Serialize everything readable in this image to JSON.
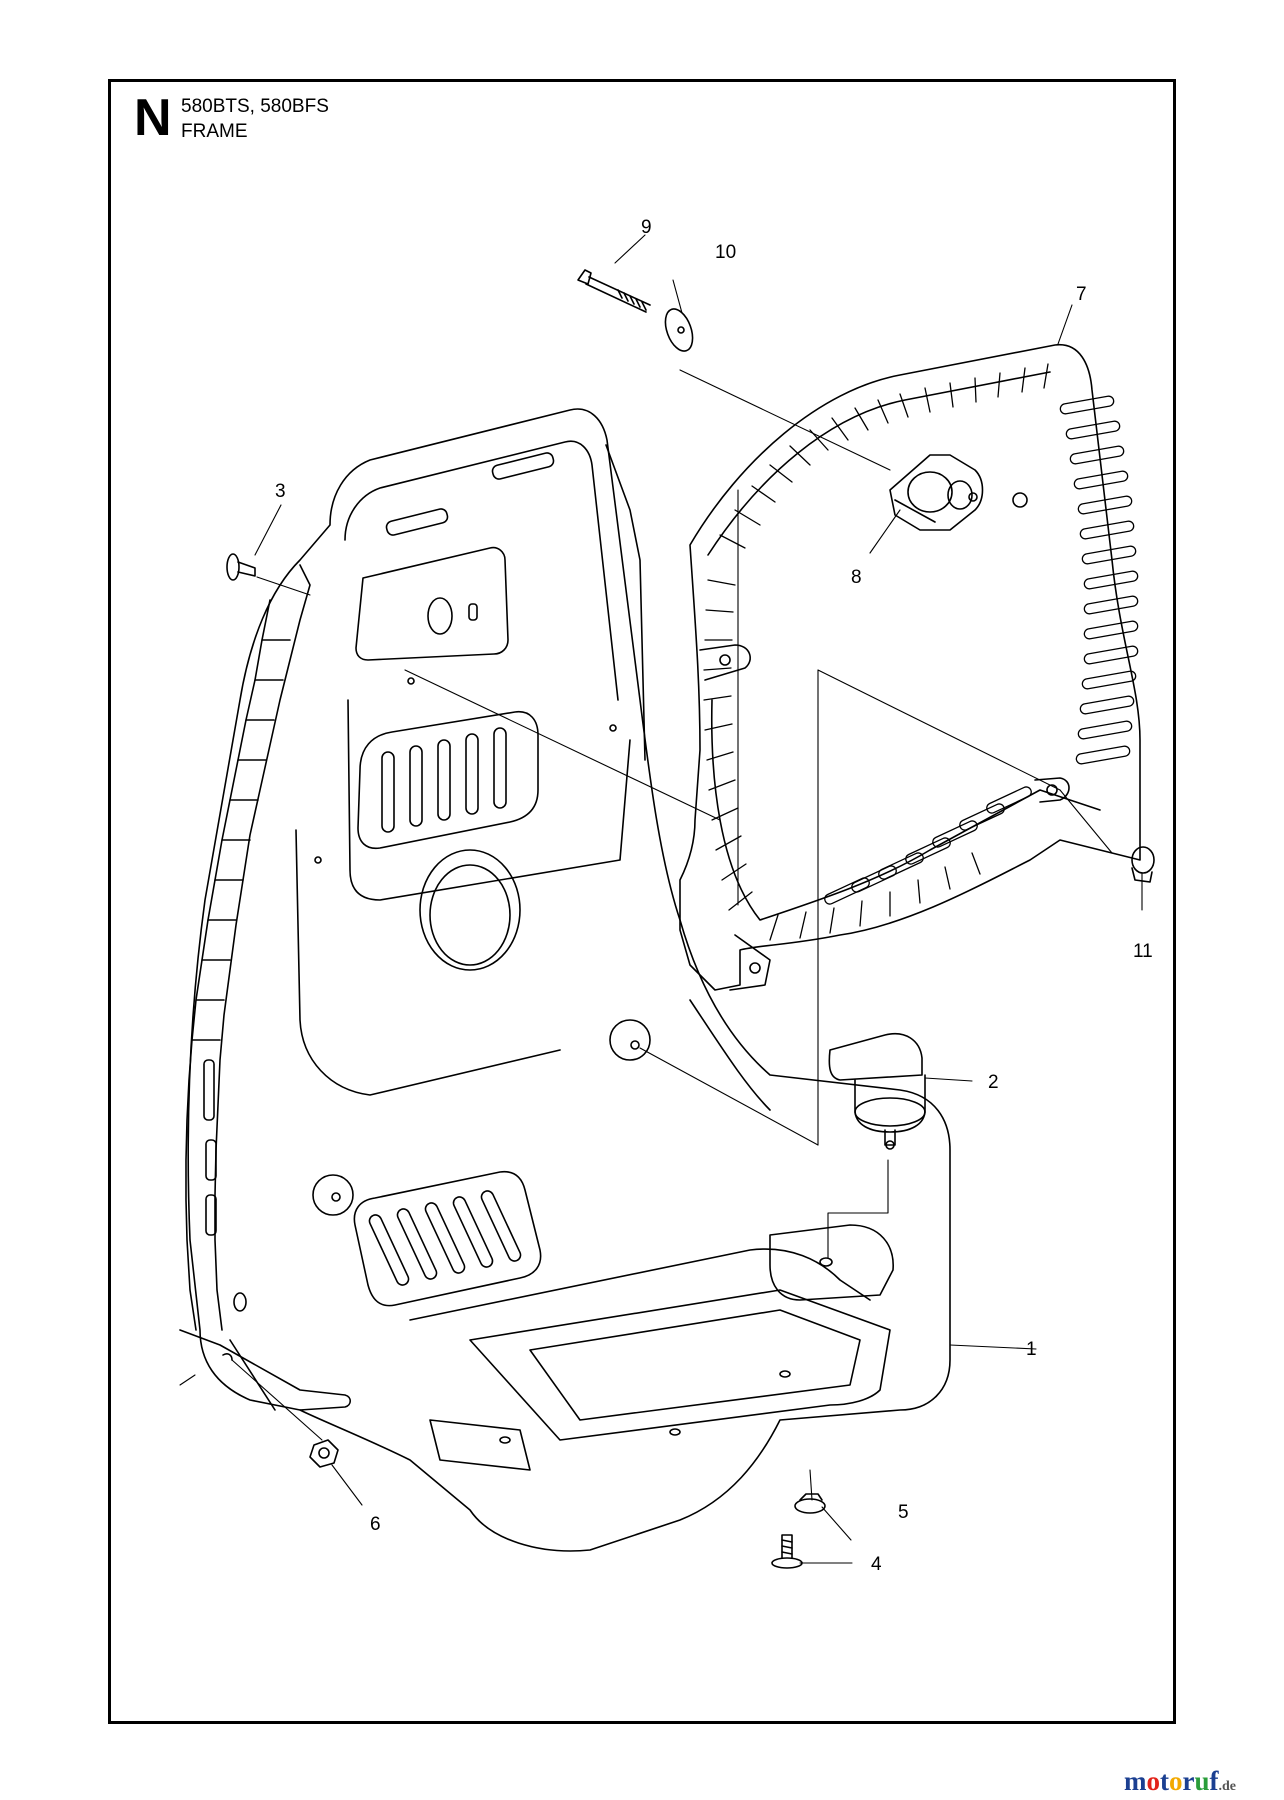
{
  "header": {
    "section_letter": "N",
    "models": "580BTS, 580BFS",
    "title": "FRAME"
  },
  "callouts": [
    {
      "id": "1",
      "label": "1"
    },
    {
      "id": "2",
      "label": "2"
    },
    {
      "id": "3",
      "label": "3"
    },
    {
      "id": "4",
      "label": "4"
    },
    {
      "id": "5",
      "label": "5"
    },
    {
      "id": "6",
      "label": "6"
    },
    {
      "id": "7",
      "label": "7"
    },
    {
      "id": "8",
      "label": "8"
    },
    {
      "id": "9",
      "label": "9"
    },
    {
      "id": "10",
      "label": "10"
    },
    {
      "id": "11",
      "label": "11"
    }
  ],
  "watermark": {
    "brand": "motoruf",
    "suffix": ".de",
    "colors": [
      "#1b3f91",
      "#e2231a",
      "#1b3f91",
      "#f2a900",
      "#1b3f91",
      "#2a9d3a",
      "#1b3f91"
    ]
  }
}
